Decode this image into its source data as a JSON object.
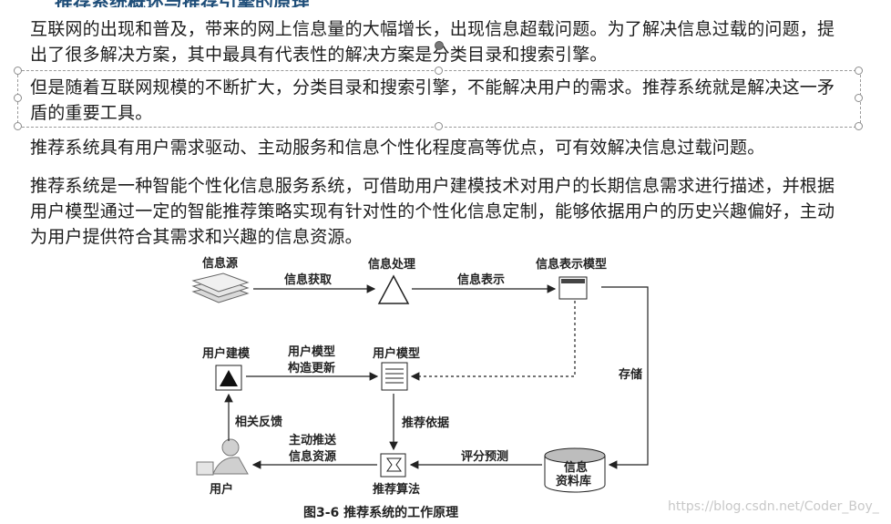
{
  "heading_partial": "推荐系统概述与推荐引擎的原理",
  "paragraphs": {
    "p1": "互联网的出现和普及，带来的网上信息量的大幅增长，出现信息超载问题。为了解决信息过载的问题，提出了很多解决方案，其中最具有代表性的解决方案是分类目录和搜索引擎。",
    "p2": "但是随着互联网规模的不断扩大，分类目录和搜索引擎，不能解决用户的需求。推荐系统就是解决这一矛盾的重要工具。",
    "p3": "推荐系统具有用户需求驱动、主动服务和信息个性化程度高等优点，可有效解决信息过载问题。",
    "p4": "推荐系统是一种智能个性化信息服务系统，可借助用户建模技术对用户的长期信息需求进行描述，并根据用户模型通过一定的智能推荐策略实现有针对性的个性化信息定制，能够依据用户的历史兴趣偏好，主动为用户提供符合其需求和兴趣的信息资源。"
  },
  "diagram": {
    "info_source": "信息源",
    "info_fetch": "信息获取",
    "info_process": "信息处理",
    "info_represent": "信息表示",
    "info_model": "信息表示模型",
    "user_modeling": "用户建模",
    "user_model_update_1": "用户模型",
    "user_model_update_2": "构造更新",
    "user_model": "用户模型",
    "store": "存储",
    "feedback": "相关反馈",
    "rec_basis": "推荐依据",
    "active_push_1": "主动推送",
    "active_push_2": "信息资源",
    "score_predict": "评分预测",
    "db_1": "信息",
    "db_2": "资料库",
    "user": "用户",
    "rec_algo": "推荐算法"
  },
  "caption": "图3-6 推荐系统的工作原理",
  "watermark": "https://blog.csdn.net/Coder_Boy_"
}
